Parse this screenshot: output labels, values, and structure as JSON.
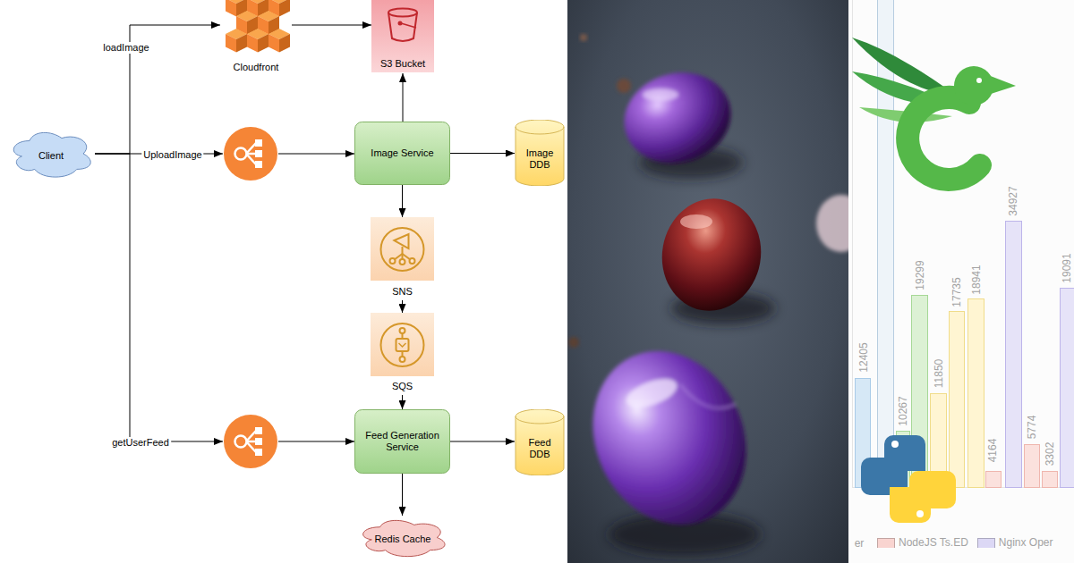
{
  "diagram": {
    "nodes": [
      {
        "text": [
          "Cloudfront"
        ]
      },
      {
        "text": [
          "S3 Bucket"
        ]
      },
      {
        "text": [
          "Client"
        ]
      },
      {
        "text": []
      },
      {
        "text": [
          "Image Service"
        ]
      },
      {
        "text": [
          "Image DDB"
        ]
      },
      {
        "text": [
          "SNS"
        ]
      },
      {
        "text": [
          "SQS"
        ]
      },
      {
        "text": []
      },
      {
        "text": [
          "Feed Generation Service"
        ]
      },
      {
        "text": [
          "Feed DDB"
        ]
      },
      {
        "text": [
          "Redis Cache"
        ]
      }
    ],
    "edges": [
      {
        "from": 2,
        "to": 0,
        "label": "loadImage",
        "arrow": "to"
      },
      {
        "from": 2,
        "to": 3,
        "label": "UploadImage",
        "arrow": "to"
      },
      {
        "from": 2,
        "to": 8,
        "label": "getUserFeed",
        "arrow": "to"
      },
      {
        "from": 0,
        "to": 1,
        "arrow": "to"
      },
      {
        "from": 3,
        "to": 4,
        "arrow": "to"
      },
      {
        "from": 4,
        "to": 1,
        "arrow": "to"
      },
      {
        "from": 4,
        "to": 5,
        "arrow": "to"
      },
      {
        "from": 4,
        "to": 6,
        "arrow": "to"
      },
      {
        "from": 6,
        "to": 7,
        "arrow": "to"
      },
      {
        "from": 7,
        "to": 9,
        "arrow": "to"
      },
      {
        "from": 8,
        "to": 9,
        "arrow": "to"
      },
      {
        "from": 9,
        "to": 10,
        "arrow": "to"
      },
      {
        "from": 9,
        "to": 11,
        "arrow": "to"
      }
    ],
    "labels": [
      "12405",
      "10267",
      "19299",
      "11850",
      "17735",
      "18941",
      "4164",
      "34927",
      "5774",
      "3302",
      "19091",
      "er"
    ],
    "legend": [
      {
        "text": "NodeJS Ts.ED",
        "color": "#f9d4d0"
      },
      {
        "text": "Nginx Oper",
        "color": "#dcd8f5"
      }
    ]
  }
}
